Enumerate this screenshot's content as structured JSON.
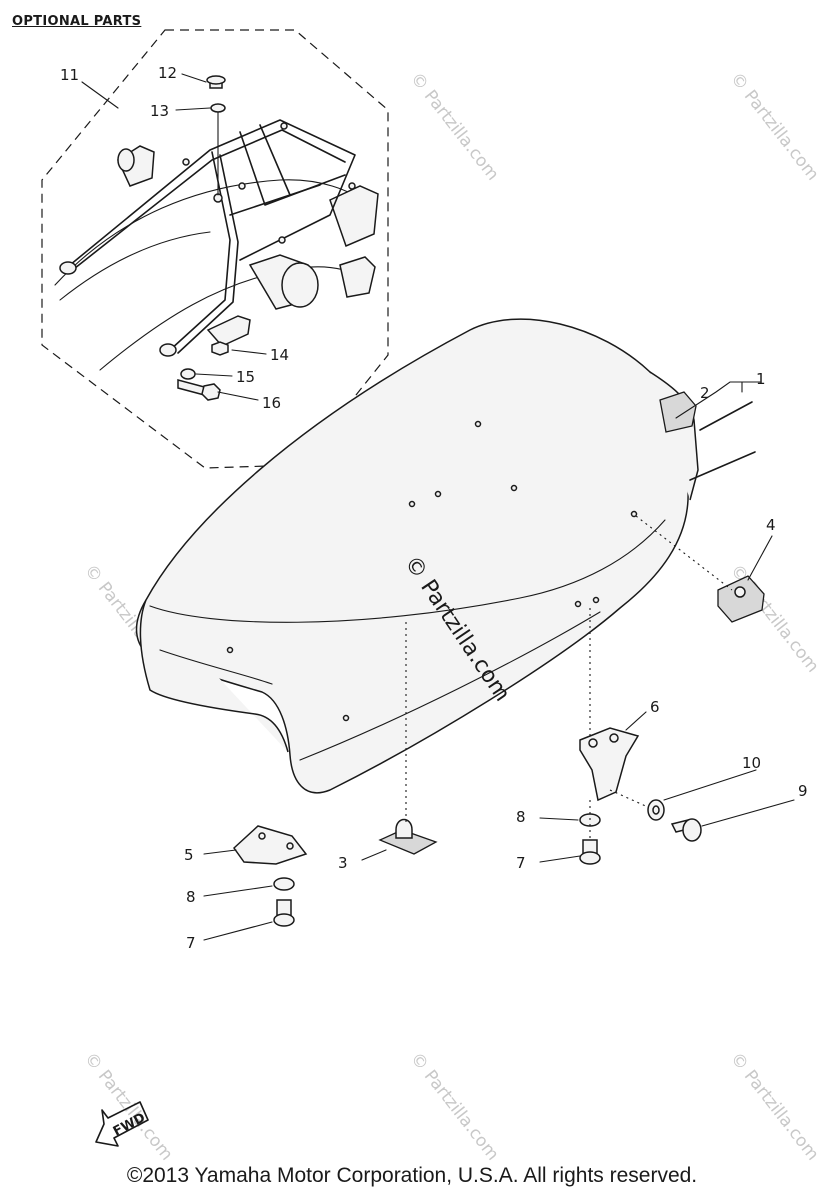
{
  "diagram": {
    "section_title": "OPTIONAL PARTS",
    "callouts": [
      "1",
      "2",
      "3",
      "4",
      "5",
      "6",
      "7",
      "8",
      "9",
      "10",
      "11",
      "12",
      "13",
      "14",
      "15",
      "16",
      "7",
      "8"
    ],
    "watermark_main": "© Partzilla.com",
    "watermark_tile": "© Partzilla.com",
    "fwd_label": "FWD",
    "copyright": "©2013  Yamaha Motor Corporation, U.S.A. All rights reserved."
  }
}
